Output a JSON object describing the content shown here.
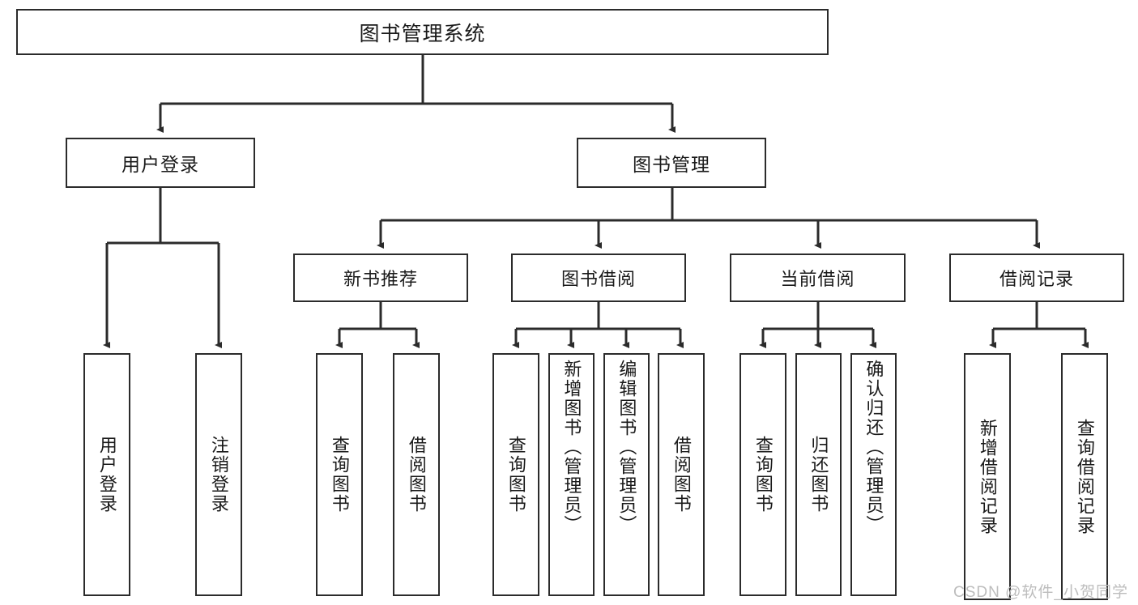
{
  "diagram": {
    "type": "tree",
    "title": "图书管理系统",
    "root": {
      "label": "图书管理系统"
    },
    "level1": [
      {
        "label": "用户登录"
      },
      {
        "label": "图书管理"
      }
    ],
    "level2": [
      {
        "label": "新书推荐"
      },
      {
        "label": "图书借阅"
      },
      {
        "label": "当前借阅"
      },
      {
        "label": "借阅记录"
      }
    ],
    "leaves": {
      "user_login": [
        {
          "label": "用户登录"
        },
        {
          "label": "注销登录"
        }
      ],
      "new_book_recommend": [
        {
          "label": "查询图书"
        },
        {
          "label": "借阅图书"
        }
      ],
      "book_borrow": [
        {
          "label": "查询图书"
        },
        {
          "label": "新增图书（管理员）"
        },
        {
          "label": "编辑图书（管理员）"
        },
        {
          "label": "借阅图书"
        }
      ],
      "current_borrow": [
        {
          "label": "查询图书"
        },
        {
          "label": "归还图书"
        },
        {
          "label": "确认归还（管理员）"
        }
      ],
      "borrow_records": [
        {
          "label": "新增借阅记录"
        },
        {
          "label": "查询借阅记录"
        }
      ]
    }
  },
  "watermark": {
    "text": "CSDN @软件_小贺同学"
  },
  "colors": {
    "border": "#2b2b2b",
    "text": "#1a1a1a",
    "background": "#ffffff",
    "watermark": "#bdbdbd"
  }
}
